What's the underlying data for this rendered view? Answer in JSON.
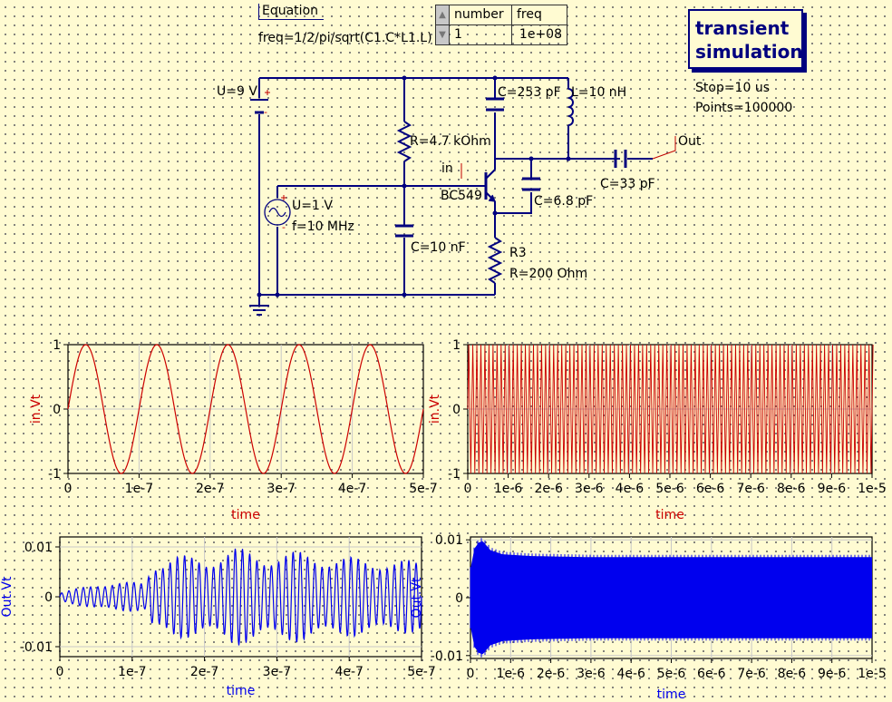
{
  "equation": {
    "title": "Equation",
    "expression": "freq=1/2/pi/sqrt(C1.C*L1.L)"
  },
  "param_table": {
    "headers": [
      "number",
      "freq"
    ],
    "row": [
      "1",
      "1e+08"
    ]
  },
  "simulation": {
    "title_line1": "transient",
    "title_line2": "simulation",
    "stop": "Stop=10 us",
    "points": "Points=100000"
  },
  "schematic": {
    "dc_source": "U=9 V",
    "plus": "+",
    "minus": "-",
    "ac_source_u": "U=1 V",
    "ac_source_f": "f=10 MHz",
    "r_bias": "R=4.7 kOhm",
    "c_base": "C=10 nF",
    "c_tank": "C=253 pF",
    "l_tank": "L=10 nH",
    "c_feedback": "C=6.8 pF",
    "r3_name": "R3",
    "r3_value": "R=200 Ohm",
    "c_out": "C=33 pF",
    "transistor": "BC549",
    "port_in": "in",
    "port_out": "Out"
  },
  "colors": {
    "background": "#fffbd2",
    "wire": "#00007f",
    "pin": "#c00000",
    "input_trace": "#cc0000",
    "output_trace": "#0000ee",
    "grid": "#c8c8c8"
  },
  "chart_data": [
    {
      "type": "line",
      "ylabel": "in.Vt",
      "xlabel": "time",
      "xlim": [
        0,
        5e-07
      ],
      "ylim": [
        -1,
        1
      ],
      "xticks": [
        "0",
        "1e-7",
        "2e-7",
        "3e-7",
        "4e-7",
        "5e-7"
      ],
      "yticks": [
        "-1",
        "0",
        "1"
      ],
      "grid": true,
      "series": [
        {
          "color": "#cc0000",
          "shape": "sine",
          "frequency": 10000000.0,
          "amplitude": 1
        }
      ]
    },
    {
      "type": "line",
      "ylabel": "in.Vt",
      "xlabel": "time",
      "xlim": [
        0,
        1e-05
      ],
      "ylim": [
        -1,
        1
      ],
      "xticks": [
        "0",
        "1e-6",
        "2e-6",
        "3e-6",
        "4e-6",
        "5e-6",
        "6e-6",
        "7e-6",
        "8e-6",
        "9e-6",
        "1e-5"
      ],
      "yticks": [
        "-1",
        "0",
        "1"
      ],
      "grid": true,
      "series": [
        {
          "color": "#cc0000",
          "shape": "sine",
          "frequency": 10000000.0,
          "amplitude": 1
        }
      ]
    },
    {
      "type": "line",
      "ylabel": "Out.Vt",
      "xlabel": "time",
      "xlim": [
        0,
        5e-07
      ],
      "ylim": [
        -0.012,
        0.012
      ],
      "xticks": [
        "0",
        "1e-7",
        "2e-7",
        "3e-7",
        "4e-7",
        "5e-7"
      ],
      "yticks": [
        "-0.01",
        "0",
        "0.01"
      ],
      "grid": true,
      "series": [
        {
          "color": "#0000ee",
          "shape": "modulated",
          "carrier_frequency": 100000000.0,
          "envelope": {
            "t": [
              0,
              2e-08,
              5e-08,
              1.2e-07,
              1.25e-07,
              1.6e-07,
              2e-07,
              2.4e-07,
              2.8e-07,
              3.3e-07,
              3.8e-07,
              4.3e-07,
              5e-07
            ],
            "amp": [
              0.0008,
              0.0015,
              0.0028,
              0.003,
              0.0072,
              0.0085,
              0.008,
              0.01,
              0.0088,
              0.0092,
              0.0082,
              0.0078,
              0.0072
            ]
          }
        }
      ]
    },
    {
      "type": "line",
      "ylabel": "Out.Vt",
      "xlabel": "time",
      "xlim": [
        0,
        1e-05
      ],
      "ylim": [
        -0.0105,
        0.0105
      ],
      "xticks": [
        "0",
        "1e-6",
        "2e-6",
        "3e-6",
        "4e-6",
        "5e-6",
        "6e-6",
        "7e-6",
        "8e-6",
        "9e-6",
        "1e-5"
      ],
      "yticks": [
        "-0.01",
        "0",
        "0.01"
      ],
      "grid": true,
      "series": [
        {
          "color": "#0000ee",
          "shape": "modulated-dense",
          "envelope": {
            "t": [
              0,
              1e-07,
              2e-07,
              3e-07,
              5e-07,
              8e-07,
              1.5e-06,
              3e-06,
              1e-05
            ],
            "amp": [
              0.005,
              0.0085,
              0.0095,
              0.0098,
              0.0082,
              0.0075,
              0.0072,
              0.007,
              0.007
            ]
          }
        }
      ]
    }
  ]
}
